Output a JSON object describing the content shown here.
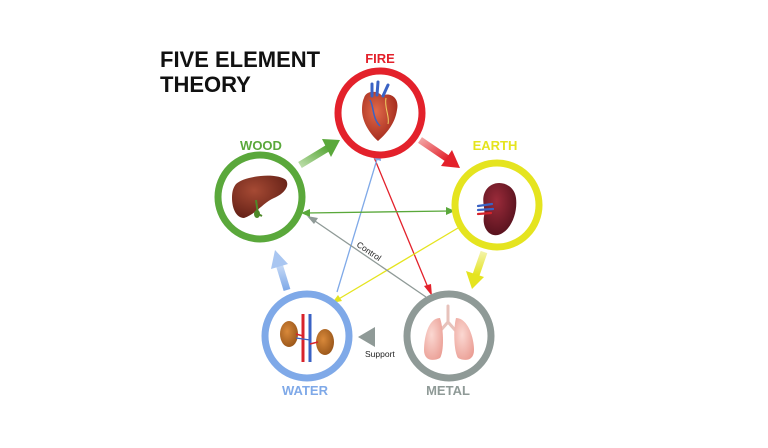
{
  "title": {
    "line1": "FIVE ELEMENT",
    "line2": "THEORY"
  },
  "elements": {
    "fire": {
      "label": "FIRE",
      "color": "#e3212b",
      "organ": "heart-icon"
    },
    "earth": {
      "label": "EARTH",
      "color": "#e5e41f",
      "organ": "spleen-icon"
    },
    "metal": {
      "label": "METAL",
      "color": "#8f9a97",
      "organ": "lungs-icon"
    },
    "water": {
      "label": "WATER",
      "color": "#7fa9e8",
      "organ": "kidneys-icon"
    },
    "wood": {
      "label": "WOOD",
      "color": "#5aa83b",
      "organ": "liver-icon"
    }
  },
  "cycles": {
    "control_label": "Control",
    "support_label": "Support"
  }
}
